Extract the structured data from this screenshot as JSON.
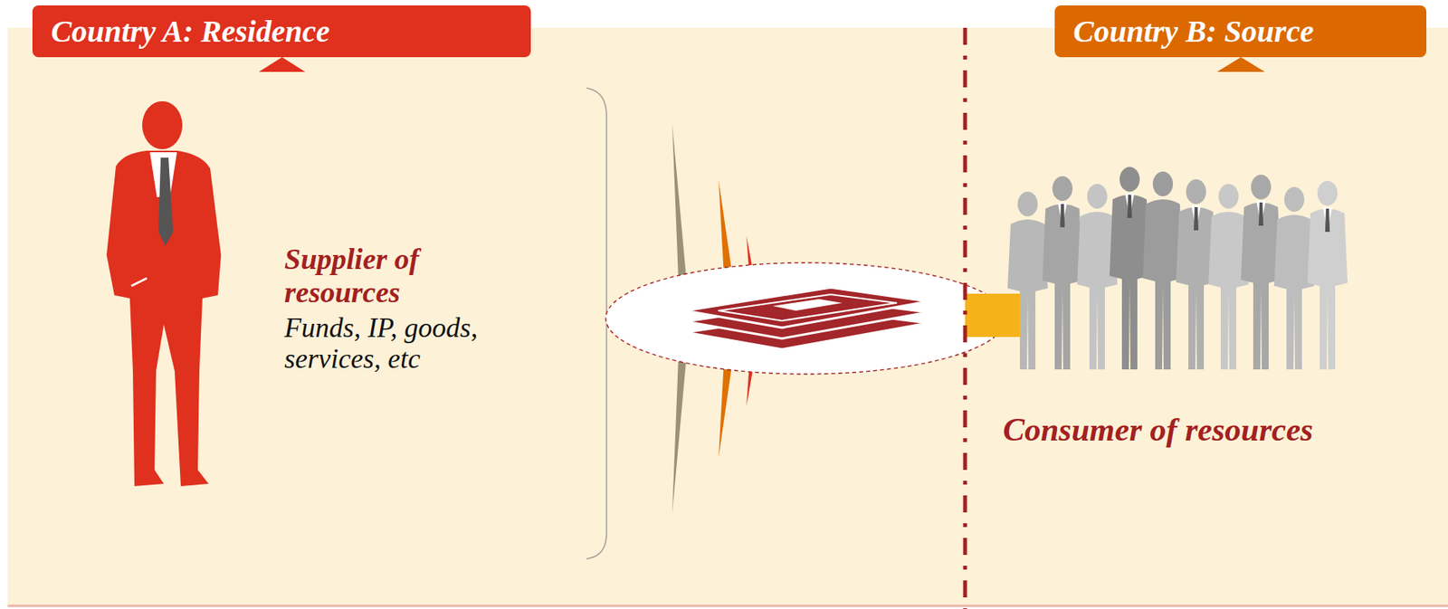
{
  "diagram": {
    "nodes": [
      {
        "text": [
          "Country A: Residence"
        ]
      },
      {
        "text": [
          "Country B: Source"
        ]
      }
    ],
    "labels": [
      "Supplier of resources",
      "Funds, IP, goods, services, etc",
      "Consumer of resources"
    ]
  }
}
